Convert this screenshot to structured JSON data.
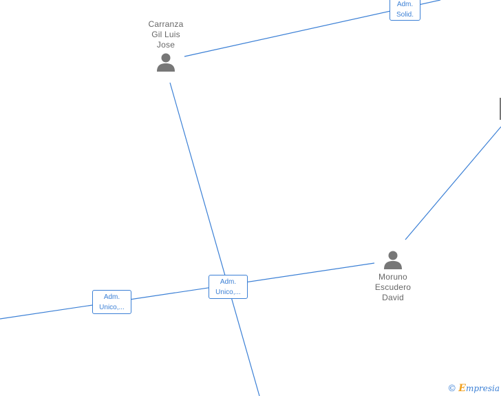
{
  "persons": {
    "carranza": {
      "lines": [
        "Carranza",
        "Gil Luis",
        "Jose"
      ]
    },
    "moruno": {
      "lines": [
        "Moruno",
        "Escudero",
        "David"
      ]
    }
  },
  "roles": {
    "solid": {
      "lines": [
        "Adm.",
        "Solid."
      ]
    },
    "unico_center": {
      "lines": [
        "Adm.",
        "Unico,..."
      ]
    },
    "unico_left": {
      "lines": [
        "Adm.",
        "Unico,..."
      ]
    }
  },
  "watermark": {
    "copyright": "©",
    "initial": "E",
    "brand_rest": "mpresia"
  },
  "colors": {
    "edge": "#3a7fd5",
    "person_text": "#666666",
    "person_icon": "#777777"
  },
  "icons": {
    "person": "person-silhouette-icon"
  }
}
